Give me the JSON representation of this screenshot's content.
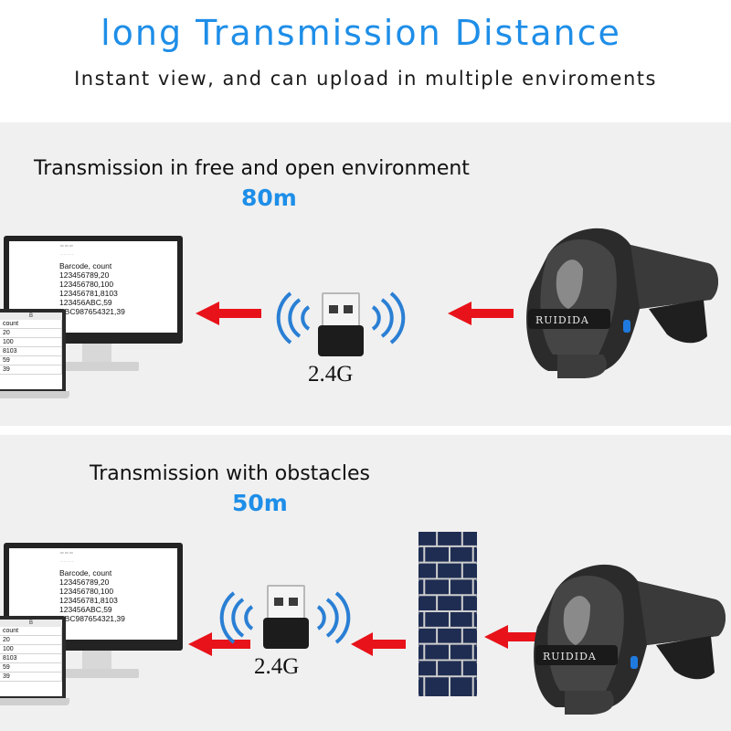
{
  "header": {
    "title": "long Transmission Distance",
    "subtitle": "Instant view, and can upload in multiple enviroments"
  },
  "panels": [
    {
      "title": "Transmission in free and open environment",
      "distance": "80m",
      "dongle_label": "2.4G"
    },
    {
      "title": "Transmission with obstacles",
      "distance": "50m",
      "dongle_label": "2.4G"
    }
  ],
  "monitor_lines": [
    "Barcode, count",
    "123456789,20",
    "123456780,100",
    "123456781,8103",
    "123456ABC,59",
    "ABC987654321,39"
  ],
  "laptop_sheet": {
    "header": "B",
    "cells": [
      "count",
      "20",
      "100",
      "8103",
      "59",
      "39"
    ]
  },
  "scanner_brand": "RUIDIDA",
  "colors": {
    "accent": "#1e8ee8",
    "arrow": "#e8121a",
    "panel_bg": "#f0f0f0",
    "wall": "#1f2d52"
  }
}
